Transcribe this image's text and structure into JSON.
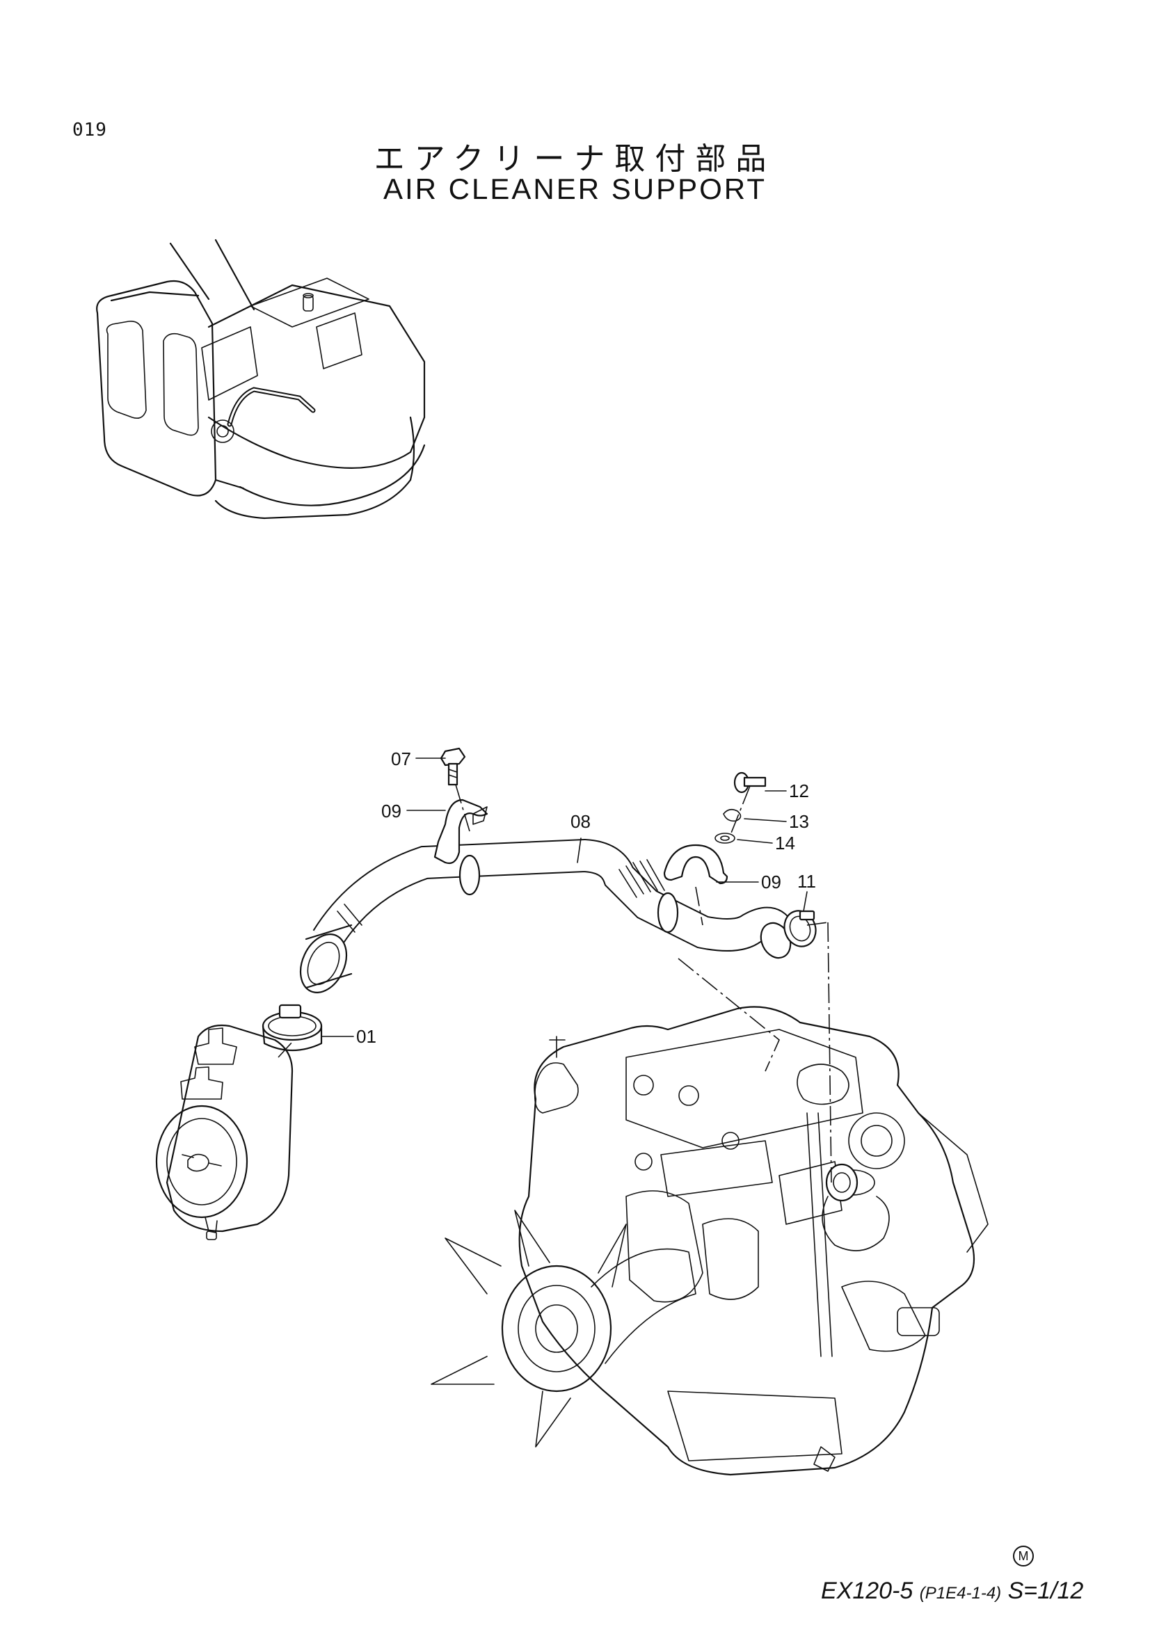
{
  "header": {
    "page_number": "019",
    "title_jp": "エアクリーナ取付部品",
    "title_en": "AIR CLEANER SUPPORT"
  },
  "callouts": [
    {
      "id": "c01",
      "label": "01"
    },
    {
      "id": "c07",
      "label": "07"
    },
    {
      "id": "c08",
      "label": "08"
    },
    {
      "id": "c09a",
      "label": "09"
    },
    {
      "id": "c09b",
      "label": "09"
    },
    {
      "id": "c11",
      "label": "11"
    },
    {
      "id": "c12",
      "label": "12"
    },
    {
      "id": "c13",
      "label": "13"
    },
    {
      "id": "c14",
      "label": "14"
    }
  ],
  "footer": {
    "model": "EX120-5",
    "code": "(P1E4-1-4)",
    "scale": "S=1/12",
    "mark": "M"
  }
}
